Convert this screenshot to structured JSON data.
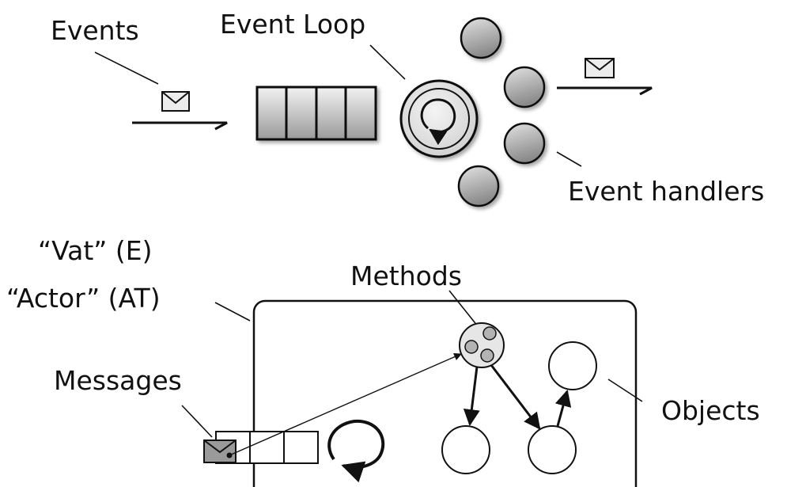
{
  "labels": {
    "events": "Events",
    "event_loop": "Event Loop",
    "event_handlers": "Event handlers",
    "vat": "“Vat” (E)",
    "actor": "“Actor” (AT)",
    "methods": "Methods",
    "messages": "Messages",
    "objects": "Objects"
  },
  "colors": {
    "stroke": "#111111",
    "fill_dark": "#9a9a9a",
    "fill_light": "#ececec"
  }
}
